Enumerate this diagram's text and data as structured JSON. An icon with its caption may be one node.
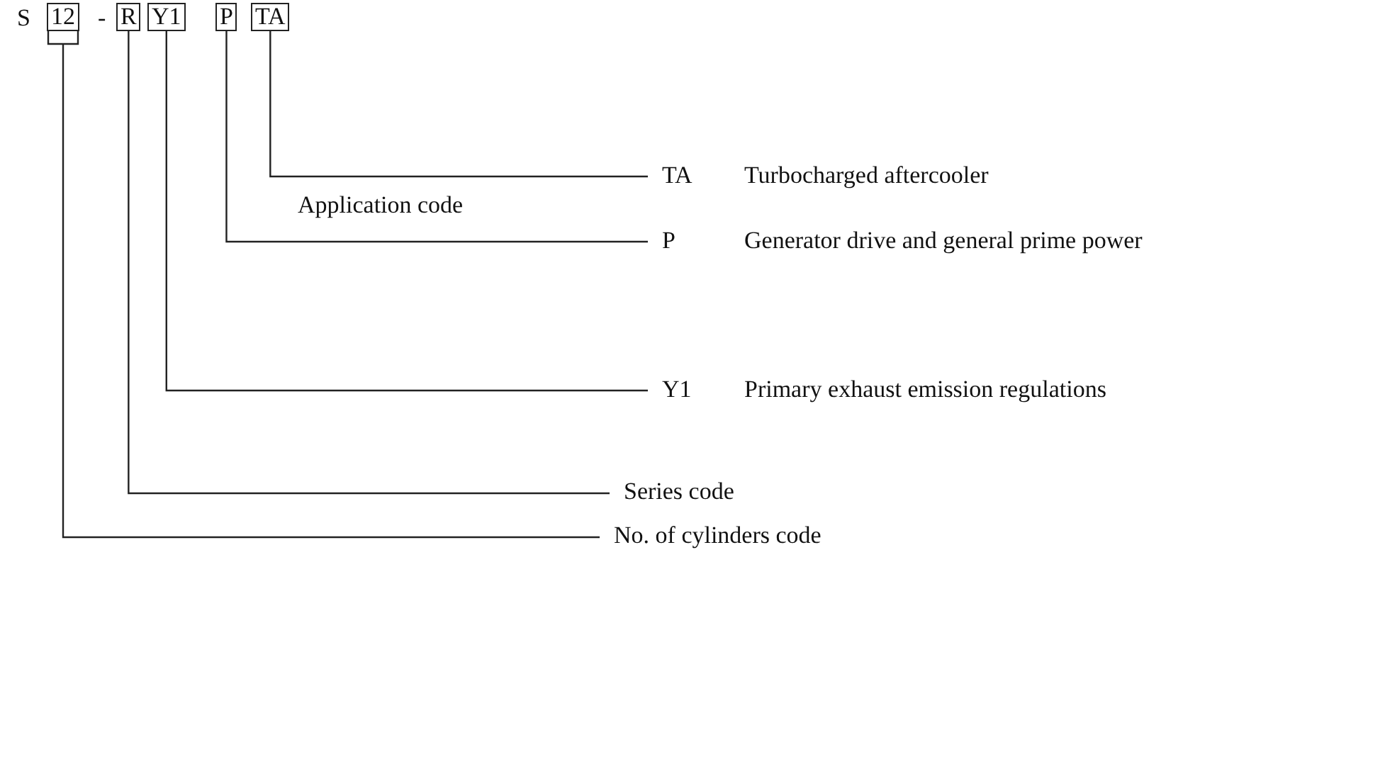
{
  "diagram": {
    "nodes": [
      {
        "text": [
          "12"
        ]
      },
      {
        "text": [
          "R"
        ]
      },
      {
        "text": [
          "Y1"
        ]
      },
      {
        "text": [
          "P"
        ]
      },
      {
        "text": [
          "TA"
        ]
      },
      {
        "text": [
          "TA",
          "Turbocharged aftercooler"
        ]
      },
      {
        "text": [
          "P",
          "Generator drive and general prime power"
        ]
      },
      {
        "text": [
          "Y1",
          "Primary exhaust emission regulations"
        ]
      },
      {
        "text": [
          "Series code"
        ]
      },
      {
        "text": [
          "No. of cylinders code"
        ]
      }
    ],
    "edges": [
      {
        "from": 4,
        "to": 5,
        "arrow": "none"
      },
      {
        "from": 3,
        "to": 6,
        "arrow": "none"
      },
      {
        "from": 2,
        "to": 7,
        "arrow": "none"
      },
      {
        "from": 1,
        "to": 8,
        "arrow": "none"
      },
      {
        "from": 0,
        "to": 9,
        "arrow": "none"
      }
    ],
    "labels": [
      "S",
      "-",
      "Application code"
    ]
  }
}
